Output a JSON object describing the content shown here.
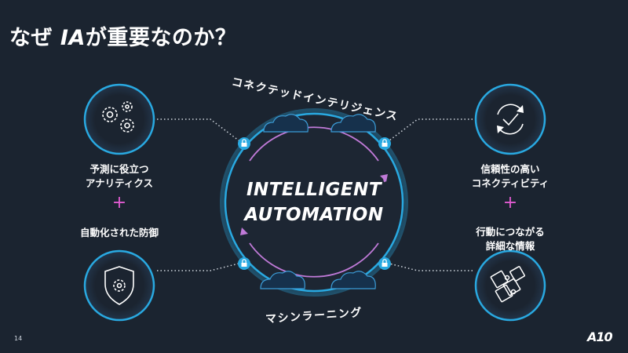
{
  "title": {
    "prefix": "なぜ ",
    "highlight": "IA",
    "suffix": "が重要なのか？"
  },
  "center": {
    "line1": "INTELLIGENT",
    "line2": "AUTOMATION"
  },
  "arc_top": "コネクテッドインテリジェンス",
  "arc_bottom": "マシンラーニング",
  "left": {
    "top_label": [
      "予測に役立つ",
      "アナリティクス"
    ],
    "plus": "+",
    "bottom_label": "自動化された防御",
    "top_icon": "gears-icon",
    "bottom_icon": "shield-gear-icon"
  },
  "right": {
    "top_label": [
      "信頼性の高い",
      "コネクティビティ"
    ],
    "plus": "+",
    "bottom_label": [
      "行動につながる",
      "詳細な情報"
    ],
    "top_icon": "refresh-check-icon",
    "bottom_icon": "puzzle-icon"
  },
  "footer": {
    "page_number": "14",
    "logo": "A10"
  },
  "colors": {
    "background": "#1b2430",
    "ring": "#29a9e1",
    "accent": "#e05bd0",
    "lock": "#29a9e1"
  }
}
